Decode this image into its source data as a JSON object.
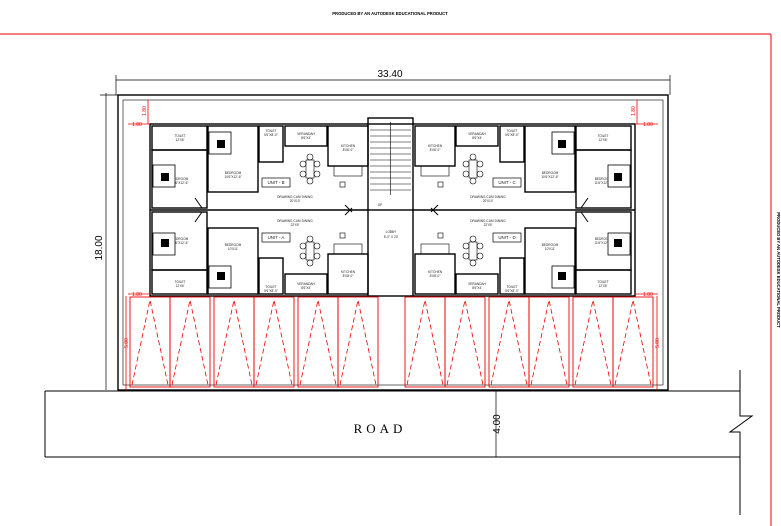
{
  "header_note": "PRODUCED BY AN AUTODESK EDUCATIONAL PRODUCT",
  "side_note": "PRODUCED BY AN AUTODESK EDUCATIONAL PRODUCT",
  "dimensions": {
    "overall_width": "33.40",
    "overall_depth": "18.00",
    "road_width": "4.00",
    "setback": "1.80",
    "parking_depth": "5.80"
  },
  "road_label": "ROAD",
  "lobby": {
    "name": "LOBBY",
    "size": "8'-0\" X 20'",
    "stair": "UP"
  },
  "units": [
    {
      "label": "UNIT - B",
      "rooms": {
        "t1": {
          "name": "TOILET",
          "size": "12'X6'"
        },
        "b1": {
          "name": "BEDROOM",
          "size": "11'6\"X12'-6\""
        },
        "b2": {
          "name": "BEDROOM",
          "size": "10'6\"X12'-6\""
        },
        "t2": {
          "name": "TOILET",
          "size": "5'6\"X8'-0\""
        },
        "ver": {
          "name": "VERANDAH",
          "size": "8'6\"X4'"
        },
        "kit": {
          "name": "KITCHEN",
          "size": "8'X8'-0\""
        },
        "dd": {
          "name": "DRAWING CUM DINING",
          "size": "20'X10'"
        }
      }
    },
    {
      "label": "UNIT - A",
      "rooms": {
        "t1": {
          "name": "TOILET",
          "size": "12'X6'"
        },
        "b1": {
          "name": "BEDROOM",
          "size": "11'6\"X12'-6\""
        },
        "b2": {
          "name": "BEDROOM",
          "size": "10'X11'"
        },
        "t2": {
          "name": "TOILET",
          "size": "5'6\"X8'-0\""
        },
        "ver": {
          "name": "VERANDAH",
          "size": "8'6\"X4'"
        },
        "kit": {
          "name": "KITCHEN",
          "size": "8'X8'-0\""
        },
        "dd": {
          "name": "DRAWING CUM DINING",
          "size": "22'X9'"
        }
      }
    },
    {
      "label": "UNIT - C",
      "rooms": {
        "t1": {
          "name": "TOILET",
          "size": "12'X6'"
        },
        "b1": {
          "name": "BEDROOM",
          "size": "11'6\"X12'-6\""
        },
        "b2": {
          "name": "BEDROOM",
          "size": "10'6\"X12'-6\""
        },
        "t2": {
          "name": "TOILET",
          "size": "5'6\"X8'-0\""
        },
        "ver": {
          "name": "VERANDAH",
          "size": "8'6\"X4'"
        },
        "kit": {
          "name": "KITCHEN",
          "size": "8'X8'-0\""
        },
        "dd": {
          "name": "DRAWING CUM DINING",
          "size": "20'X10'"
        }
      }
    },
    {
      "label": "UNIT - D",
      "rooms": {
        "t1": {
          "name": "TOILET",
          "size": "12'X6'"
        },
        "b1": {
          "name": "BEDROOM",
          "size": "11'6\"X12'-6\""
        },
        "b2": {
          "name": "BEDROOM",
          "size": "10'X11'"
        },
        "t2": {
          "name": "TOILET",
          "size": "5'6\"X8'-0\""
        },
        "ver": {
          "name": "VERANDAH",
          "size": "8'6\"X4'"
        },
        "kit": {
          "name": "KITCHEN",
          "size": "8'X8'-0\""
        },
        "dd": {
          "name": "DRAWING CUM DINING",
          "size": "22'X9'"
        }
      }
    }
  ]
}
